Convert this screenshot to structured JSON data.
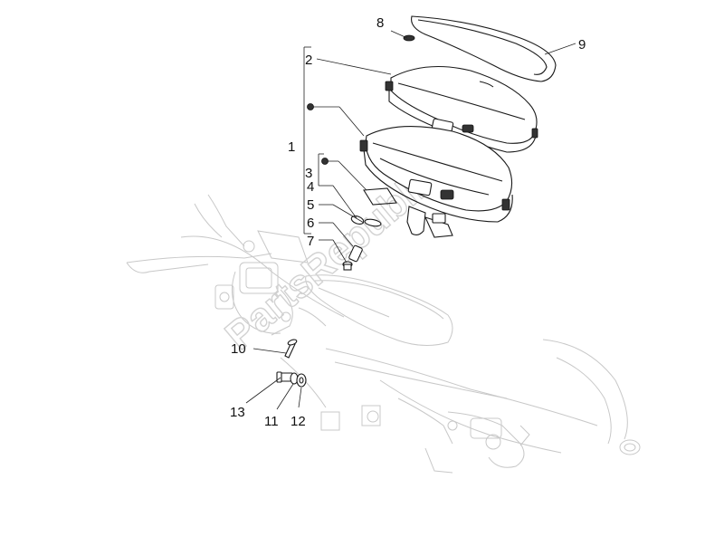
{
  "watermark": "PartsRepublik",
  "callouts": [
    {
      "id": "c1",
      "text": "1"
    },
    {
      "id": "c2",
      "text": "2"
    },
    {
      "id": "c3",
      "text": "3"
    },
    {
      "id": "c4",
      "text": "4"
    },
    {
      "id": "c5",
      "text": "5"
    },
    {
      "id": "c6",
      "text": "6"
    },
    {
      "id": "c7",
      "text": "7"
    },
    {
      "id": "c8",
      "text": "8"
    },
    {
      "id": "c9",
      "text": "9"
    },
    {
      "id": "c10",
      "text": "10"
    },
    {
      "id": "c11",
      "text": "11"
    },
    {
      "id": "c12",
      "text": "12"
    },
    {
      "id": "c13",
      "text": "13"
    }
  ],
  "colors": {
    "line": "#1a1a1a",
    "ghost": "#c8c8c8",
    "watermark": "#d2d2d2"
  }
}
